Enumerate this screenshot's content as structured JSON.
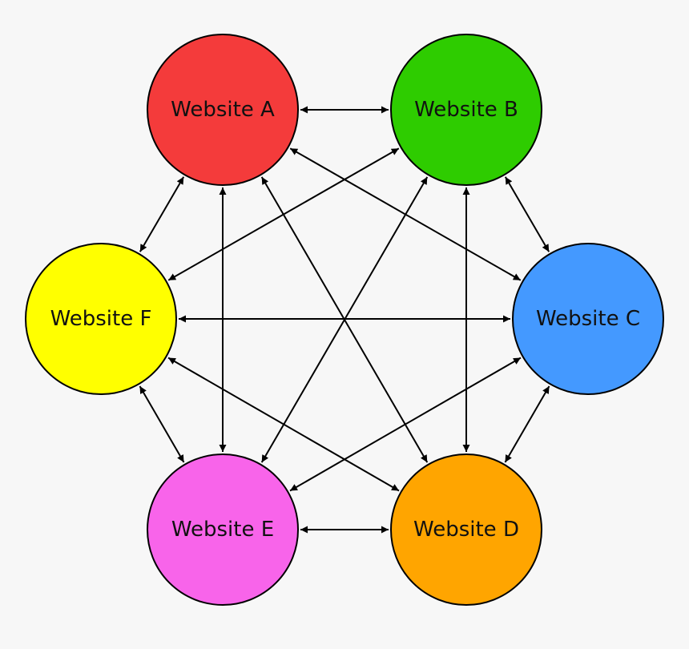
{
  "nodes": [
    {
      "id": "A",
      "label": "Website A",
      "color": "#f43b3b"
    },
    {
      "id": "B",
      "label": "Website B",
      "color": "#2ecc00"
    },
    {
      "id": "C",
      "label": "Website C",
      "color": "#4499ff"
    },
    {
      "id": "D",
      "label": "Website D",
      "color": "#ffa500"
    },
    {
      "id": "E",
      "label": "Website E",
      "color": "#f864ea"
    },
    {
      "id": "F",
      "label": "Website F",
      "color": "#ffff00"
    }
  ],
  "edges": [
    [
      "A",
      "B"
    ],
    [
      "A",
      "C"
    ],
    [
      "A",
      "D"
    ],
    [
      "A",
      "E"
    ],
    [
      "A",
      "F"
    ],
    [
      "B",
      "C"
    ],
    [
      "B",
      "D"
    ],
    [
      "B",
      "E"
    ],
    [
      "B",
      "F"
    ],
    [
      "C",
      "D"
    ],
    [
      "C",
      "E"
    ],
    [
      "C",
      "F"
    ],
    [
      "D",
      "E"
    ],
    [
      "D",
      "F"
    ],
    [
      "E",
      "F"
    ]
  ],
  "edge_style": "bidirectional-arrow"
}
